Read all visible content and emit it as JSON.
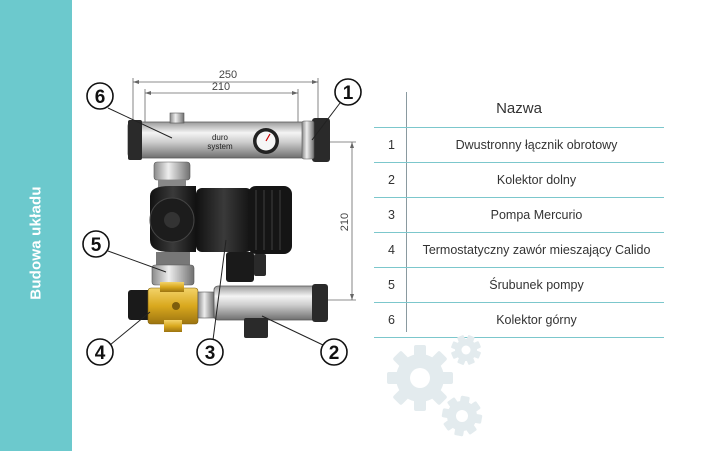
{
  "side_title": "Budowa układu",
  "dimensions": {
    "width_outer": "250",
    "width_inner": "210",
    "height": "210"
  },
  "brand": {
    "name": "duro",
    "sub": "system"
  },
  "callouts": [
    "1",
    "2",
    "3",
    "4",
    "5",
    "6"
  ],
  "table": {
    "header": "Nazwa",
    "rows": [
      {
        "num": "1",
        "name": "Dwustronny łącznik obrotowy"
      },
      {
        "num": "2",
        "name": "Kolektor dolny"
      },
      {
        "num": "3",
        "name": "Pompa Mercurio"
      },
      {
        "num": "4",
        "name": "Termostatyczny zawór mieszający Calido"
      },
      {
        "num": "5",
        "name": "Śrubunek pompy"
      },
      {
        "num": "6",
        "name": "Kolektor górny"
      }
    ]
  },
  "colors": {
    "accent": "#6cc9cd",
    "table_line": "#7cc7cc",
    "brass": "#d9a81e",
    "gear": "#e3ebee"
  }
}
